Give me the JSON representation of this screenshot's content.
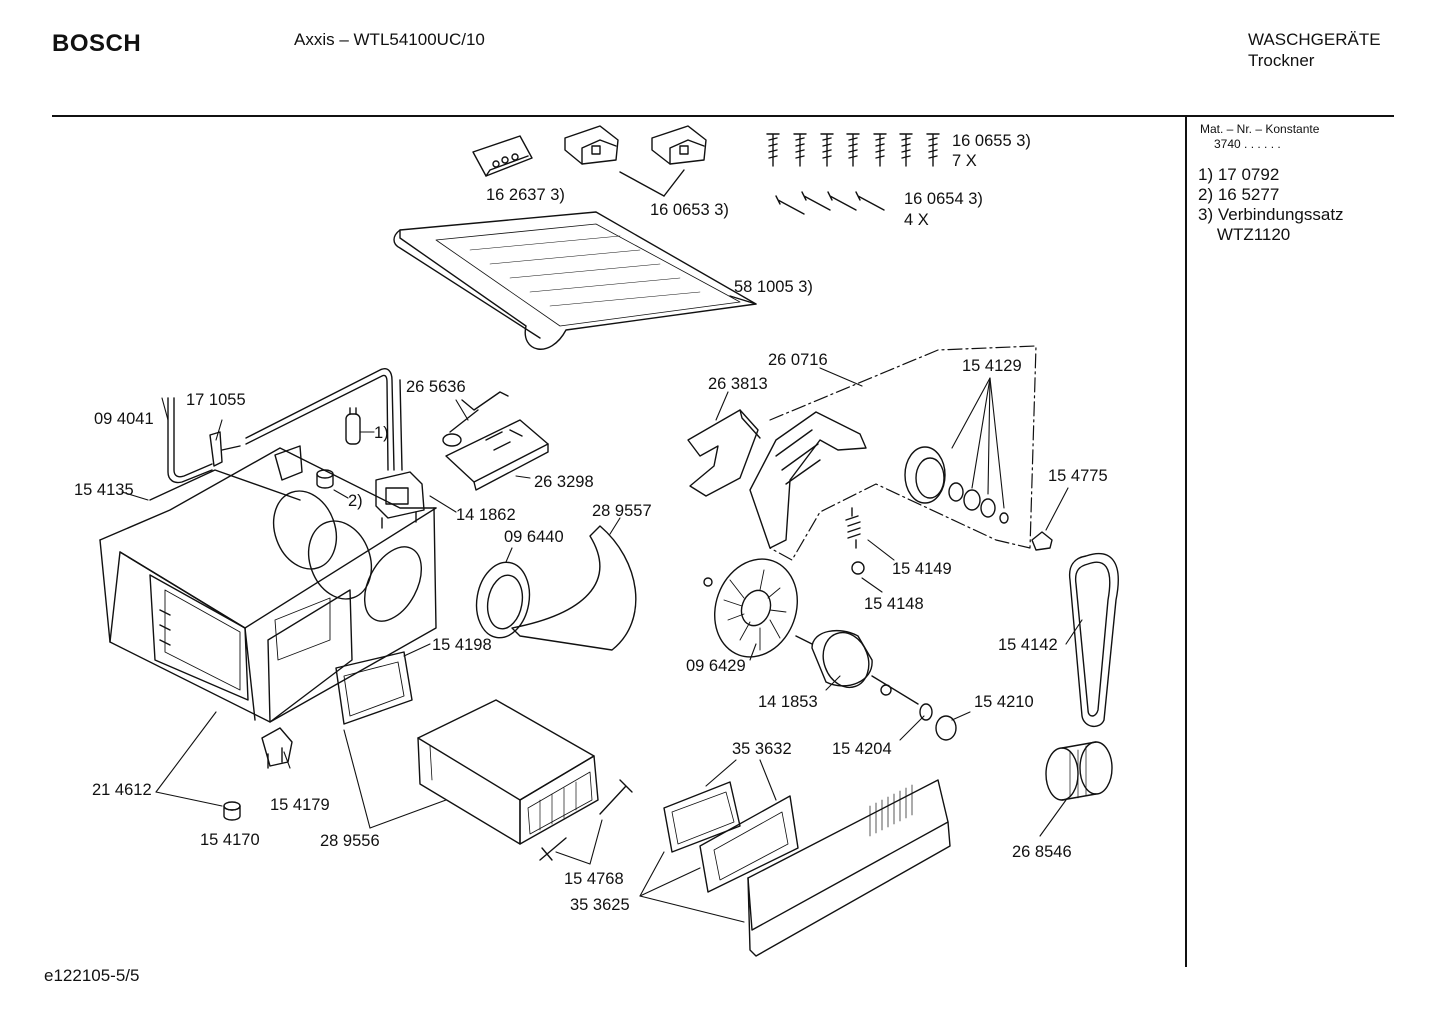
{
  "header": {
    "brand": "BOSCH",
    "model": "Axxis – WTL54100UC/10",
    "category_line1": "WASCHGERÄTE",
    "category_line2": "Trockner"
  },
  "sidebar": {
    "mat_heading": "Mat. – Nr. – Konstante",
    "mat_value": "3740  .  .  .  .  .  .",
    "footnotes": [
      "1) 17 0792",
      "2) 16 5277",
      "3) Verbindungssatz",
      "    WTZ1120"
    ]
  },
  "footer": {
    "doc_id": "e122105-5/5"
  },
  "parts": [
    "16 0655 3)",
    "7 X",
    "16 2637 3)",
    "16 0653 3)",
    "16 0654 3)",
    "4 X",
    "58 1005 3)",
    "26 0716",
    "15 4129",
    "26 3813",
    "26 5636",
    "17 1055",
    "09 4041",
    "1)",
    "15 4135",
    "2)",
    "14 1862",
    "26 3298",
    "28 9557",
    "09 6440",
    "15 4775",
    "15 4149",
    "15 4148",
    "15 4198",
    "15 4142",
    "09 6429",
    "14 1853",
    "15 4210",
    "15 4204",
    "35 3632",
    "21 4612",
    "15 4179",
    "15 4170",
    "28 9556",
    "15 4768",
    "35 3625",
    "26 8546"
  ]
}
